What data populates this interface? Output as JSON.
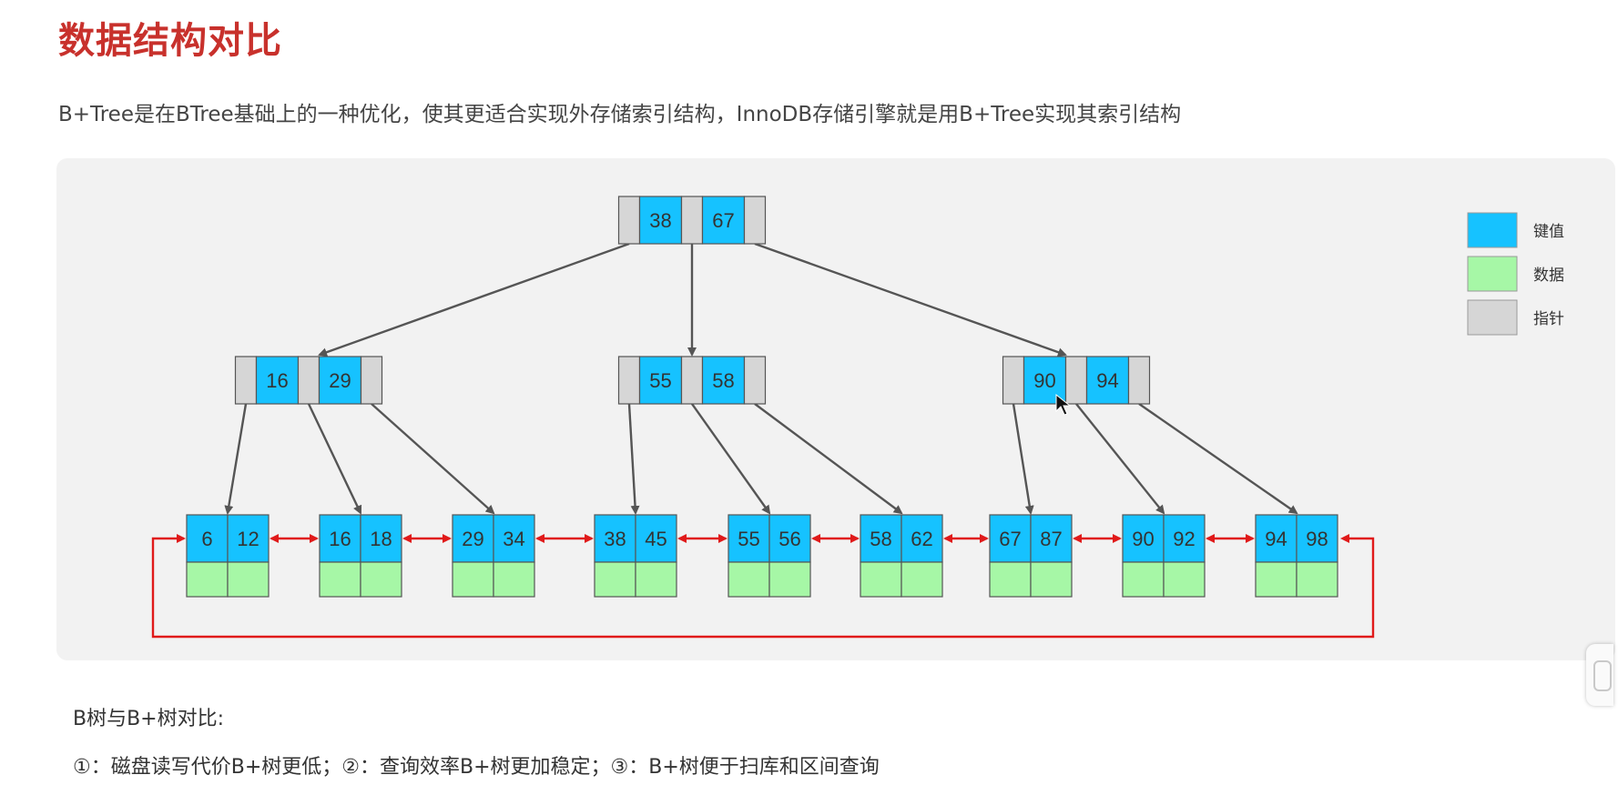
{
  "page": {
    "title": "数据结构对比",
    "subtitle": "B+Tree是在BTree基础上的一种优化，使其更适合实现外存储索引结构，InnoDB存储引擎就是用B+Tree实现其索引结构"
  },
  "colors": {
    "key": "#16c2ff",
    "data": "#a6f7a6",
    "pointer": "#d6d6d6",
    "title": "#c8312c",
    "leaf_link": "#e01a1a",
    "edge": "#555555"
  },
  "legend": [
    {
      "label": "键值",
      "color": "#16c2ff"
    },
    {
      "label": "数据",
      "color": "#a6f7a6"
    },
    {
      "label": "指针",
      "color": "#d6d6d6"
    }
  ],
  "tree": {
    "root": {
      "keys": [
        "38",
        "67"
      ]
    },
    "internal": [
      {
        "keys": [
          "16",
          "29"
        ]
      },
      {
        "keys": [
          "55",
          "58"
        ]
      },
      {
        "keys": [
          "90",
          "94"
        ]
      }
    ],
    "leaves": [
      {
        "keys": [
          "6",
          "12"
        ]
      },
      {
        "keys": [
          "16",
          "18"
        ]
      },
      {
        "keys": [
          "29",
          "34"
        ]
      },
      {
        "keys": [
          "38",
          "45"
        ]
      },
      {
        "keys": [
          "55",
          "56"
        ]
      },
      {
        "keys": [
          "58",
          "62"
        ]
      },
      {
        "keys": [
          "67",
          "87"
        ]
      },
      {
        "keys": [
          "90",
          "92"
        ]
      },
      {
        "keys": [
          "94",
          "98"
        ]
      }
    ]
  },
  "comparison": {
    "title": "B树与B+树对比:",
    "points": "①：磁盘读写代价B+树更低；②：查询效率B+树更加稳定；③：B+树便于扫库和区间查询"
  }
}
